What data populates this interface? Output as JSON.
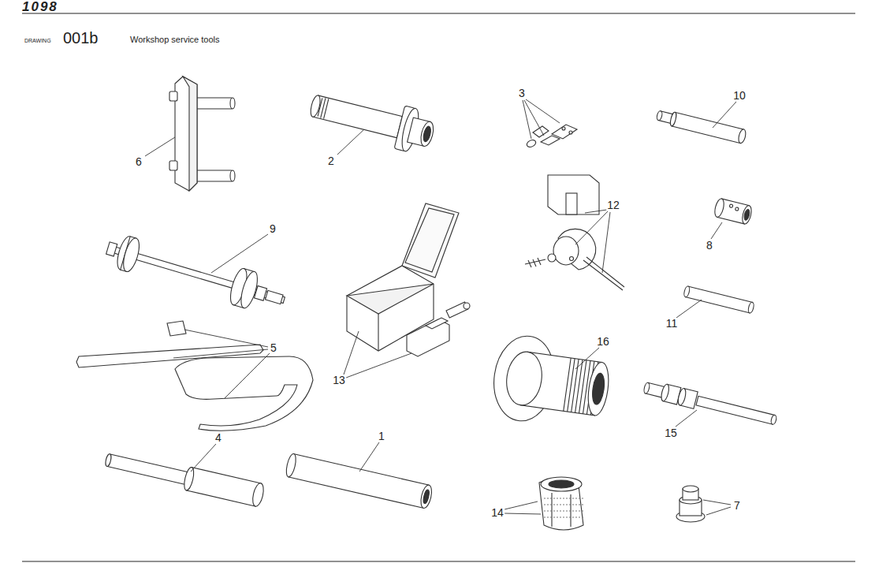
{
  "diagram": {
    "title": "Workshop service tools",
    "labels": [
      "1098",
      "DRAWING",
      "001b",
      "6",
      "2",
      "3",
      "10",
      "12",
      "8",
      "9",
      "5",
      "13",
      "11",
      "16",
      "15",
      "4",
      "1",
      "14",
      "7"
    ]
  }
}
